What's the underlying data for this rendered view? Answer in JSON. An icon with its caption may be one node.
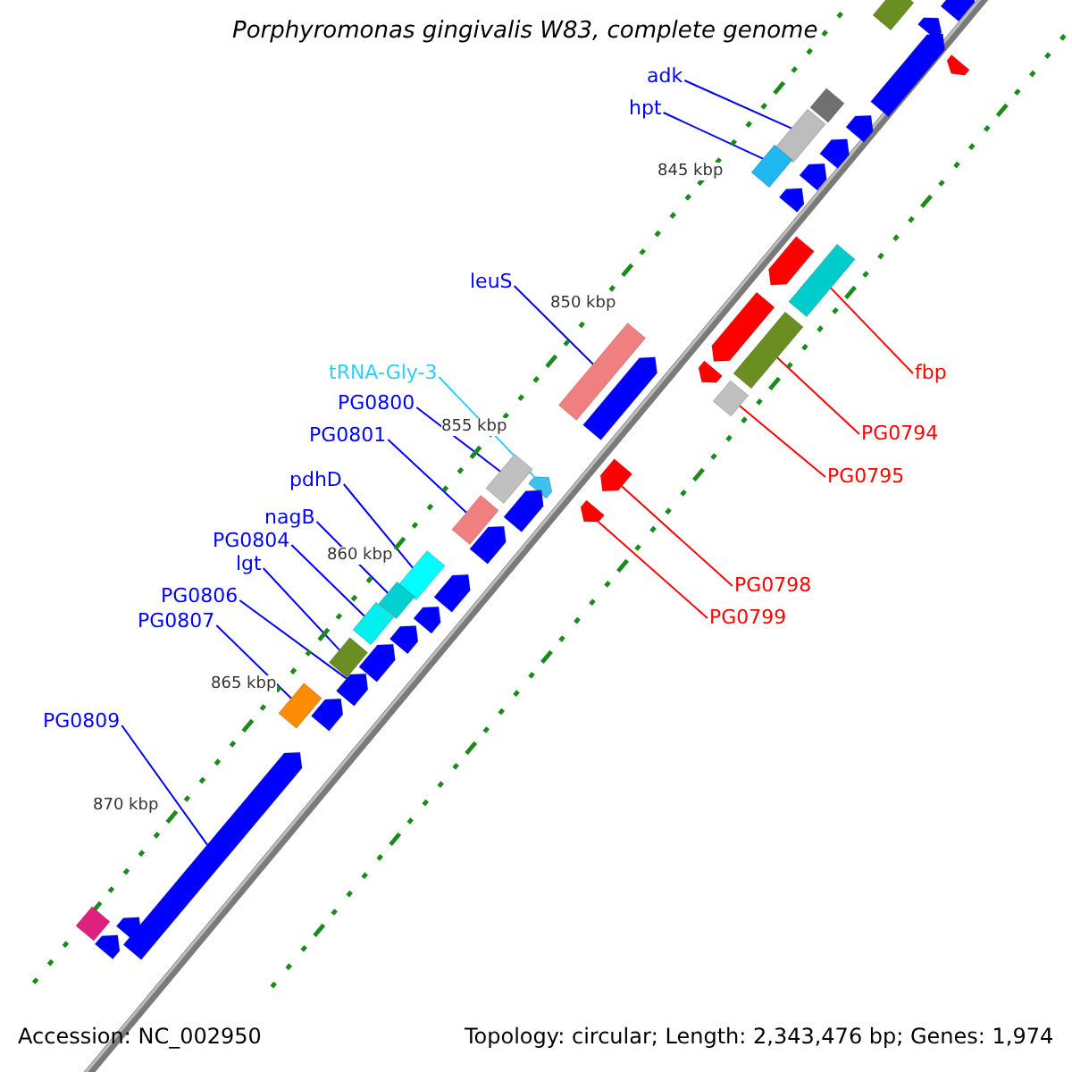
{
  "diagram": {
    "title": "Porphyromonas gingivalis W83, complete genome",
    "nodes": [
      {
        "text": [
          "adk"
        ]
      },
      {
        "text": [
          "hpt"
        ]
      },
      {
        "text": [
          "leuS"
        ]
      },
      {
        "text": [
          "fbp"
        ]
      },
      {
        "text": [
          "tRNA-Gly-3"
        ]
      },
      {
        "text": [
          "PG0800"
        ]
      },
      {
        "text": [
          "PG0794"
        ]
      },
      {
        "text": [
          "PG0801"
        ]
      },
      {
        "text": [
          "PG0795"
        ]
      },
      {
        "text": [
          "pdhD"
        ]
      },
      {
        "text": [
          "nagB"
        ]
      },
      {
        "text": [
          "PG0804"
        ]
      },
      {
        "text": [
          "lgt"
        ]
      },
      {
        "text": [
          "PG0798"
        ]
      },
      {
        "text": [
          "PG0806"
        ]
      },
      {
        "text": [
          "PG0799"
        ]
      },
      {
        "text": [
          "PG0807"
        ]
      },
      {
        "text": [
          "PG0809"
        ]
      },
      {
        "text": [],
        "shape": "bar"
      },
      {
        "text": [],
        "shape": "bar"
      },
      {
        "text": [],
        "shape": "bar"
      },
      {
        "text": [],
        "shape": "bar"
      },
      {
        "text": [],
        "shape": "bar"
      },
      {
        "text": [],
        "shape": "bar"
      },
      {
        "text": [],
        "shape": "bar"
      },
      {
        "text": [],
        "shape": "bar"
      },
      {
        "text": [],
        "shape": "bar"
      },
      {
        "text": [],
        "shape": "bar"
      },
      {
        "text": [],
        "shape": "bar"
      },
      {
        "text": [],
        "shape": "bar"
      },
      {
        "text": [],
        "shape": "bar"
      },
      {
        "text": [],
        "shape": "bar"
      },
      {
        "text": [],
        "shape": "bar"
      },
      {
        "text": [],
        "shape": "bar"
      },
      {
        "text": [],
        "shape": "bar"
      },
      {
        "text": [],
        "shape": "bar"
      },
      {
        "text": [],
        "shape": "bar"
      },
      {
        "text": [],
        "shape": "bar"
      },
      {
        "text": [],
        "shape": "bar"
      },
      {
        "text": [],
        "shape": "bar"
      },
      {
        "text": [],
        "shape": "bar"
      },
      {
        "text": [],
        "shape": "bar"
      },
      {
        "text": [],
        "shape": "bar"
      },
      {
        "text": [],
        "shape": "bar"
      },
      {
        "text": [],
        "shape": "bar"
      },
      {
        "text": [],
        "shape": "bar"
      },
      {
        "text": [],
        "shape": "bar"
      },
      {
        "text": [],
        "shape": "bar"
      },
      {
        "text": [],
        "shape": "bar"
      },
      {
        "text": [],
        "shape": "bar"
      },
      {
        "text": [],
        "shape": "bar"
      },
      {
        "text": [],
        "shape": "bar"
      },
      {
        "text": [],
        "shape": "bar"
      },
      {
        "text": [],
        "shape": "bar"
      },
      {
        "text": [],
        "shape": "bar"
      },
      {
        "text": [],
        "shape": "bar"
      },
      {
        "text": [],
        "shape": "bar"
      },
      {
        "text": [],
        "shape": "bar"
      },
      {
        "text": [],
        "shape": "bar"
      },
      {
        "text": [],
        "shape": "bar"
      }
    ],
    "edges": [
      {
        "from": 0,
        "to": 18,
        "arrow": "none"
      },
      {
        "from": 1,
        "to": 19,
        "arrow": "none"
      },
      {
        "from": 2,
        "to": 20,
        "arrow": "none"
      },
      {
        "from": 3,
        "to": 21,
        "arrow": "none",
        "color": "#ff0000"
      },
      {
        "from": 4,
        "to": 22,
        "arrow": "none",
        "color": "#33ccff"
      },
      {
        "from": 5,
        "to": 23,
        "arrow": "none"
      },
      {
        "from": 6,
        "to": 24,
        "arrow": "none",
        "color": "#ff0000"
      },
      {
        "from": 7,
        "to": 25,
        "arrow": "none"
      },
      {
        "from": 8,
        "to": 26,
        "arrow": "none",
        "color": "#ff0000"
      },
      {
        "from": 9,
        "to": 27,
        "arrow": "none"
      },
      {
        "from": 10,
        "to": 28,
        "arrow": "none"
      },
      {
        "from": 11,
        "to": 29,
        "arrow": "none"
      },
      {
        "from": 12,
        "to": 30,
        "arrow": "none"
      },
      {
        "from": 13,
        "to": 31,
        "arrow": "none",
        "color": "#ff0000"
      },
      {
        "from": 14,
        "to": 32,
        "arrow": "none"
      },
      {
        "from": 15,
        "to": 33,
        "arrow": "none",
        "color": "#ff0000"
      },
      {
        "from": 16,
        "to": 34,
        "arrow": "none"
      },
      {
        "from": 17,
        "to": 35,
        "arrow": "none"
      }
    ],
    "labels": [
      "845 kbp",
      "850 kbp",
      "855 kbp",
      "860 kbp",
      "865 kbp",
      "870 kbp",
      "Accession: NC_002950",
      "Topology: circular; Length: 2,343,476 bp; Genes: 1,974"
    ]
  }
}
